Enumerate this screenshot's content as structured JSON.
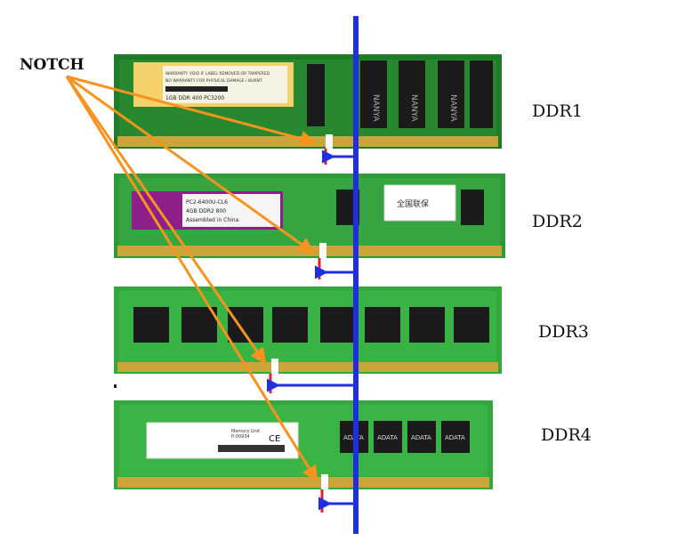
{
  "notch_label": "NOTCH",
  "modules": [
    {
      "name": "DDR1",
      "sticker_lines": [
        "WARRANTY VOID IF LABEL REMOVED OR TAMPERED",
        "NO WARRANTY FOR PHYSICAL DAMAGE / BURNT",
        "1GB DDR 400 PC3200"
      ],
      "chip_text": "NANYA"
    },
    {
      "name": "DDR2",
      "sticker_lines": [
        "PC2-6400U-CL6",
        "4GB DDR2 800",
        "Assembled in China"
      ],
      "chip_text": "全国联保"
    },
    {
      "name": "DDR3",
      "sticker_lines": [],
      "chip_text": ""
    },
    {
      "name": "DDR4",
      "sticker_lines": [
        "Memory Unit",
        "P-00934"
      ],
      "chip_text": "ADATA"
    }
  ],
  "colors": {
    "pcb_dark": "#1f7a2a",
    "pcb_light": "#39b54a",
    "gold": "#c9a53a",
    "chip": "#1b1b1b",
    "orange_arrow": "#f7931e",
    "blue_line": "#1f2fe0",
    "red_marker": "#e0202a"
  }
}
